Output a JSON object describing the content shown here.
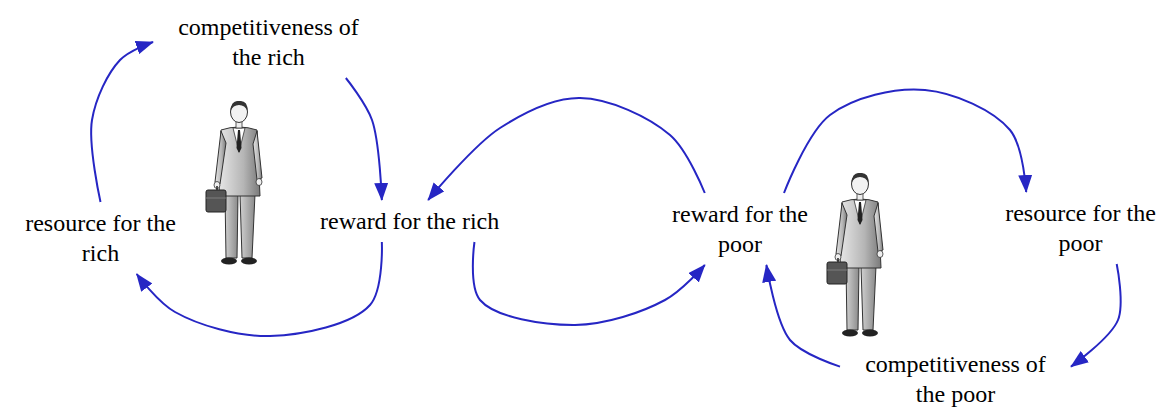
{
  "diagram": {
    "nodes": [
      {
        "text": [
          "competitiveness of the rich"
        ]
      },
      {
        "text": [
          "resource for the rich"
        ]
      },
      {
        "text": [
          "reward for the rich"
        ]
      },
      {
        "text": [
          "reward for the poor"
        ]
      },
      {
        "text": [
          "resource for the poor"
        ]
      },
      {
        "text": [
          "competitiveness of the poor"
        ]
      }
    ],
    "edges": [
      {
        "from": 1,
        "to": 0,
        "arrow": "to"
      },
      {
        "from": 0,
        "to": 2,
        "arrow": "to"
      },
      {
        "from": 2,
        "to": 1,
        "arrow": "to"
      },
      {
        "from": 2,
        "to": 3,
        "arrow": "to"
      },
      {
        "from": 3,
        "to": 2,
        "arrow": "to"
      },
      {
        "from": 3,
        "to": 4,
        "arrow": "to"
      },
      {
        "from": 4,
        "to": 5,
        "arrow": "to"
      },
      {
        "from": 5,
        "to": 3,
        "arrow": "to"
      }
    ]
  }
}
